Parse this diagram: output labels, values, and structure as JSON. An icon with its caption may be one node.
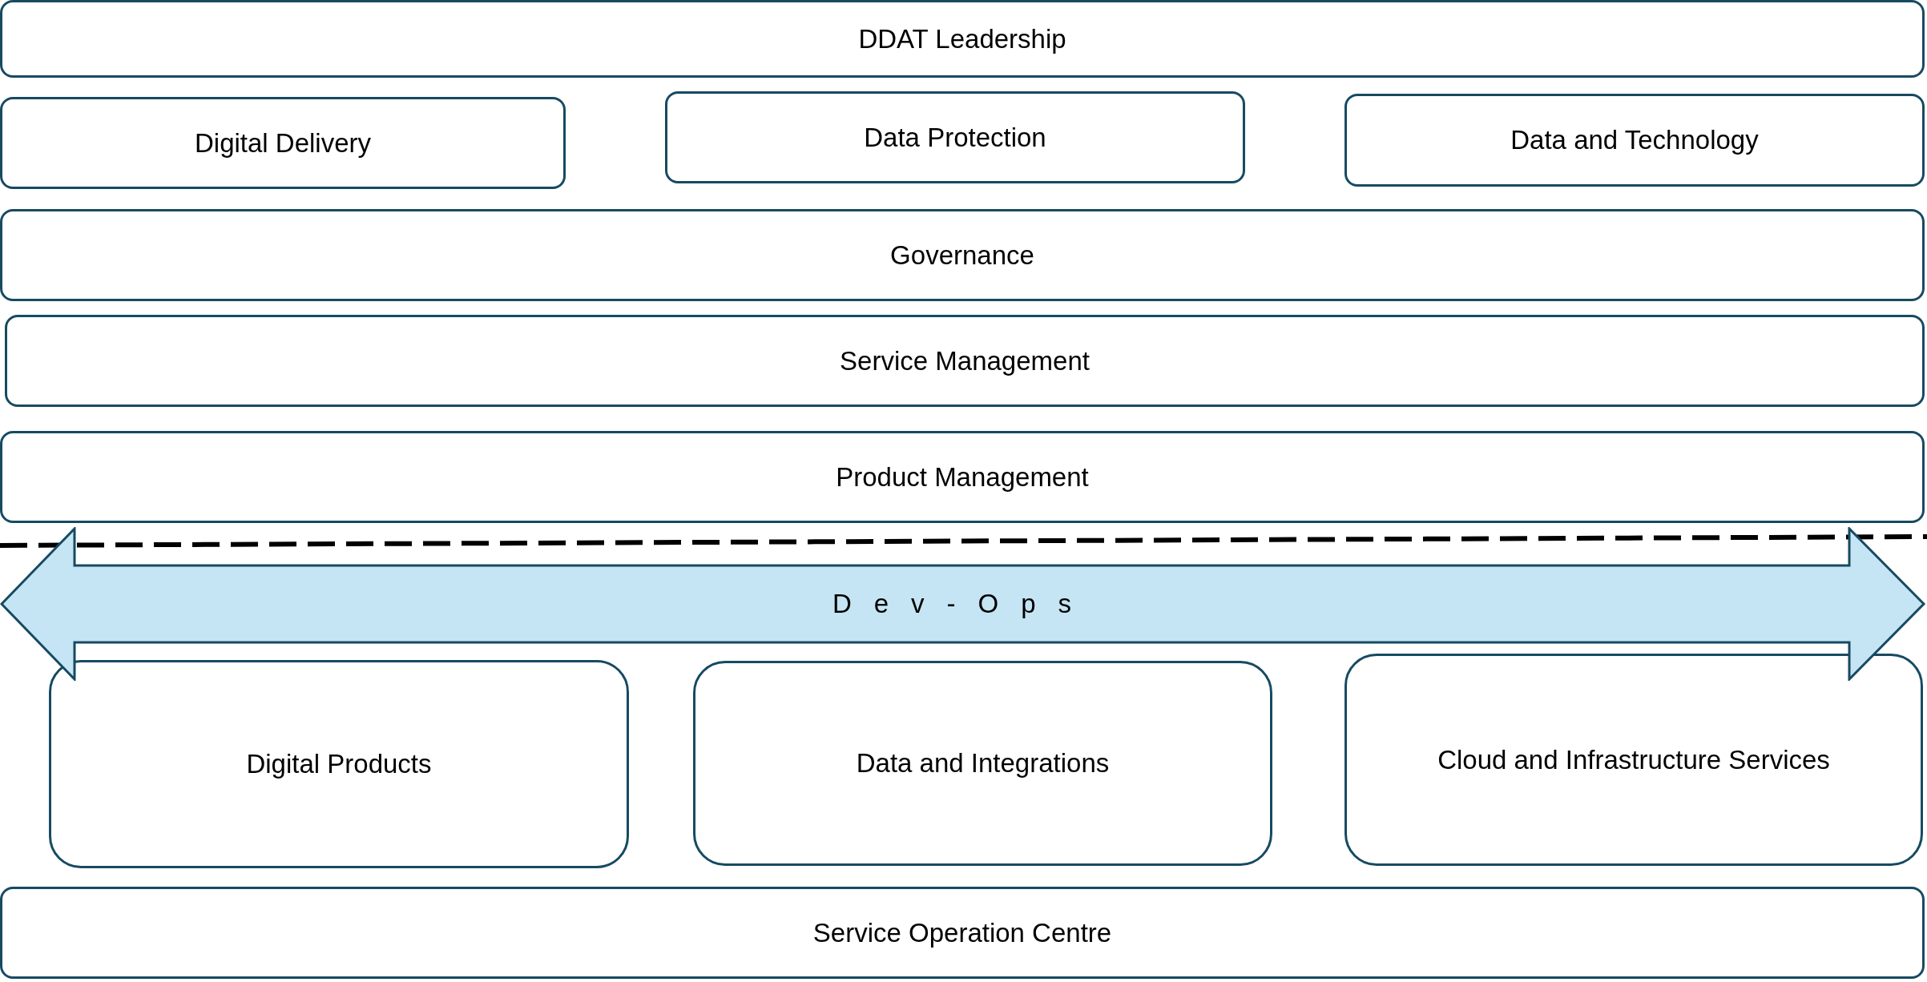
{
  "diagram": {
    "nodes": [
      {
        "text": [
          "DDAT Leadership"
        ]
      },
      {
        "text": [
          "Digital Delivery"
        ]
      },
      {
        "text": [
          "Data Protection"
        ]
      },
      {
        "text": [
          "Data and Technology"
        ]
      },
      {
        "text": [
          "Governance"
        ]
      },
      {
        "text": [
          "Service Management"
        ]
      },
      {
        "text": [
          "Product Management"
        ]
      },
      {
        "text": [
          "Dev-Ops"
        ]
      },
      {
        "text": [
          "Digital Products"
        ]
      },
      {
        "text": [
          "Data and Integrations"
        ]
      },
      {
        "text": [
          "Cloud and Infrastructure Services"
        ]
      },
      {
        "text": [
          "Service Operation Centre"
        ]
      }
    ]
  }
}
